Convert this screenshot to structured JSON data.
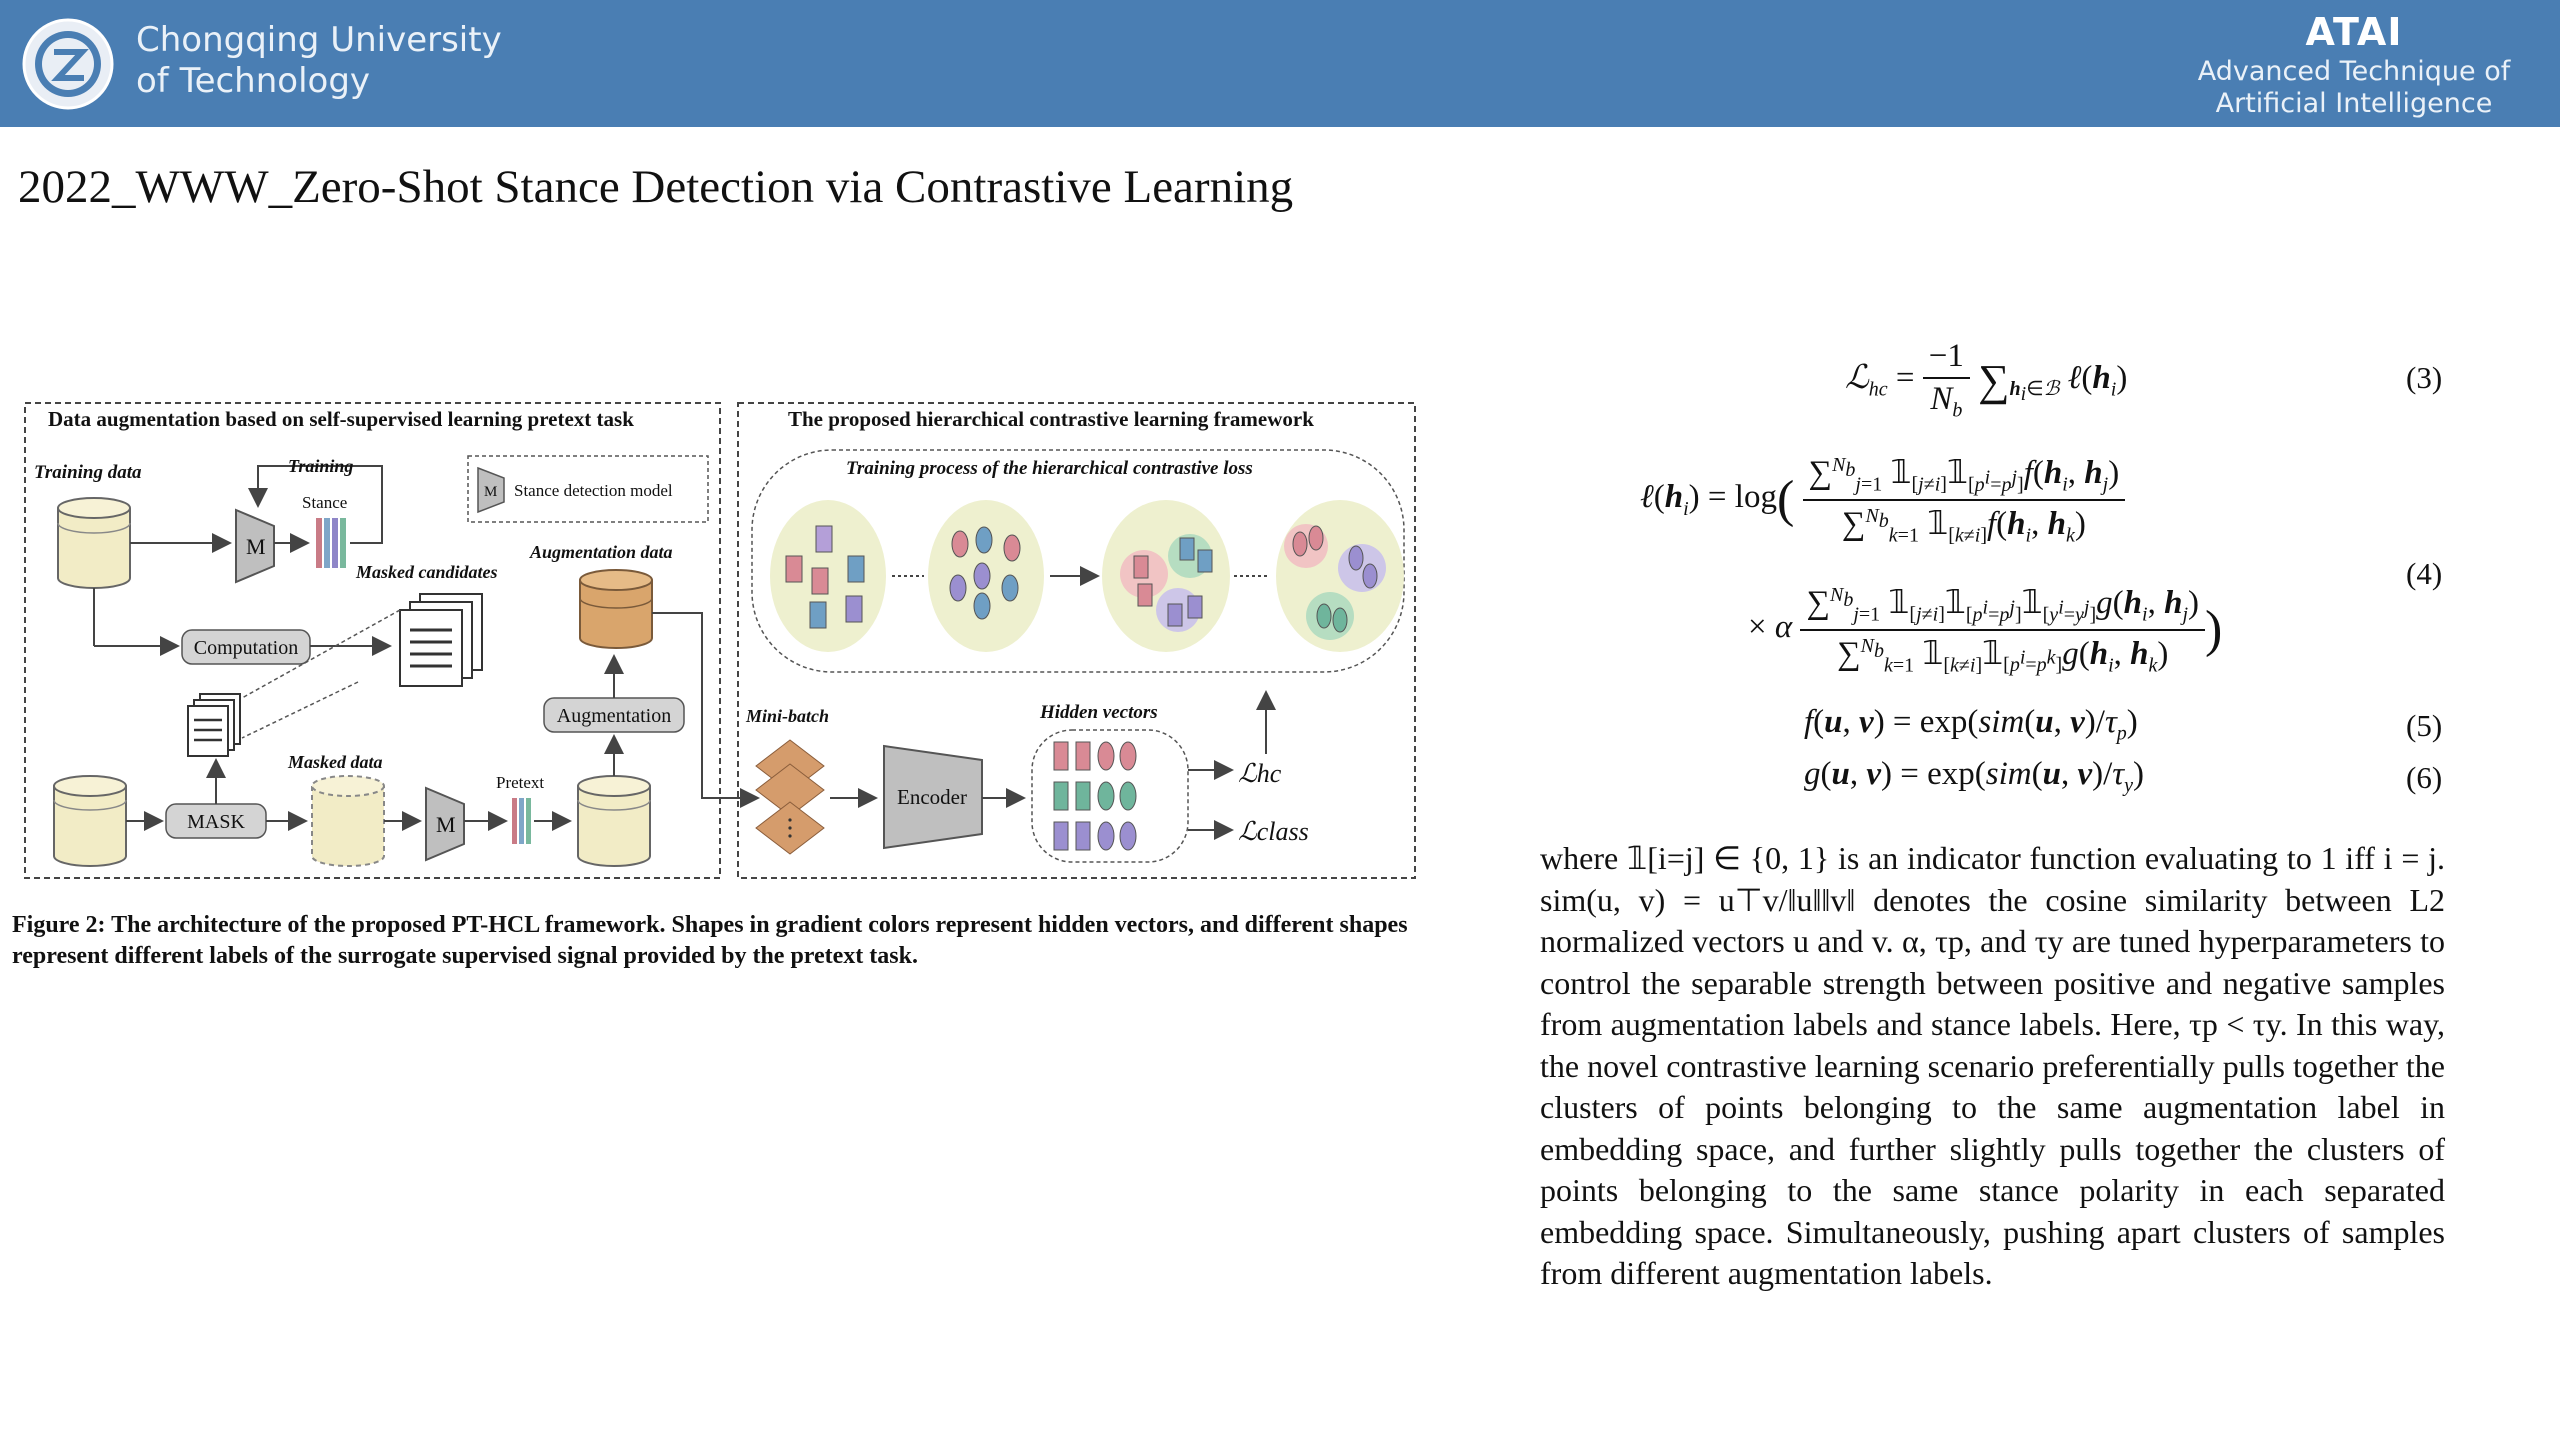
{
  "header": {
    "university_line1": "Chongqing University",
    "university_line2": "of Technology",
    "lab_name": "ATAI",
    "lab_sub1": "Advanced Technique of",
    "lab_sub2": "Artificial  Intelligence"
  },
  "page_title": "2022_WWW_Zero-Shot Stance Detection via Contrastive Learning",
  "figure": {
    "left_panel_title": "Data augmentation based on self-supervised learning pretext task",
    "right_panel_title": "The proposed hierarchical contrastive learning framework",
    "training_data": "Training data",
    "training": "Training",
    "stance": "Stance",
    "model_legend": "Stance detection model",
    "model_letter": "M",
    "masked_candidates": "Masked candidates",
    "augmentation_data": "Augmentation data",
    "computation": "Computation",
    "augmentation": "Augmentation",
    "masked_data": "Masked data",
    "pretext": "Pretext",
    "mask": "MASK",
    "training_process": "Training process of the hierarchical contrastive loss",
    "mini_batch": "Mini-batch",
    "hidden_vectors": "Hidden vectors",
    "encoder": "Encoder",
    "loss_hc": "ℒhc",
    "loss_class": "ℒclass"
  },
  "caption": "Figure 2: The architecture of the proposed PT-HCL framework. Shapes in gradient colors represent hidden vectors, and different shapes represent different labels of the surrogate supervised signal provided by the pretext task.",
  "equations": {
    "eq3_number": "(3)",
    "eq4_number": "(4)",
    "eq5_number": "(5)",
    "eq6_number": "(6)"
  },
  "body_text": "where 𝟙[i=j] ∈ {0, 1} is an indicator function evaluating to 1 iff i = j. sim(u, v) = u⊤v/‖u‖‖v‖ denotes the cosine similarity between L2 normalized vectors u and v. α, τp, and τy are tuned hyperparameters to control the separable strength between positive and negative samples from augmentation labels and stance labels. Here, τp < τy. In this way, the novel contrastive learning scenario preferentially pulls together the clusters of points belonging to the same augmentation label in embedding space, and further slightly pulls together the clusters of points belonging to the same stance polarity in each separated embedding space. Simultaneously, pushing apart clusters of samples from different augmentation labels.",
  "colors": {
    "header_bg": "#4a7eb3",
    "cylinder_fill": "#f2ecc6",
    "aug_cylinder_fill": "#d9a56c",
    "cluster_fill": "#eef0cf",
    "shape_red": "#d98a95",
    "shape_blue": "#6f9fc4",
    "shape_purple": "#9b8fd0",
    "shape_green": "#6fb59c",
    "diamond": "#d59c6c"
  }
}
